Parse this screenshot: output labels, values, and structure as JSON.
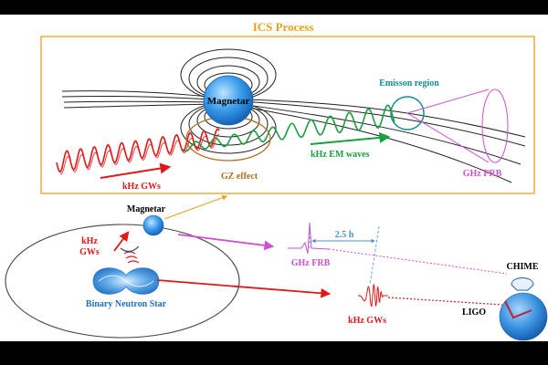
{
  "labels": {
    "ics_process": "ICS Process",
    "magnetar_top": "Magnetar",
    "emission_region": "Emisson region",
    "kHz_em_waves": "kHz EM waves",
    "gz_effect": "GZ effect",
    "kHz_gws_top": "kHz GWs",
    "ghz_frb_top": "GHz FRB",
    "magnetar_bottom": "Magnetar",
    "kHz_line1": "kHz",
    "gws_line2": "GWs",
    "binary_neutron_star": "Binary Neutron Star",
    "ghz_frb_bottom": "GHz FRB",
    "time_delay": "2.5 h",
    "kHz_gws_bottom": "kHz GWs",
    "chime": "CHIME",
    "ligo": "LIGO"
  },
  "colors": {
    "frame": "#e8a020",
    "gw_red": "#e01818",
    "em_green": "#18a040",
    "frb_magenta": "#d050d0",
    "gz_brown": "#b07020",
    "emission_teal": "#109090",
    "magnetar_blue": "#2a8de0",
    "bns_blue": "#2070c0",
    "delay_blue": "#4a90d0"
  }
}
